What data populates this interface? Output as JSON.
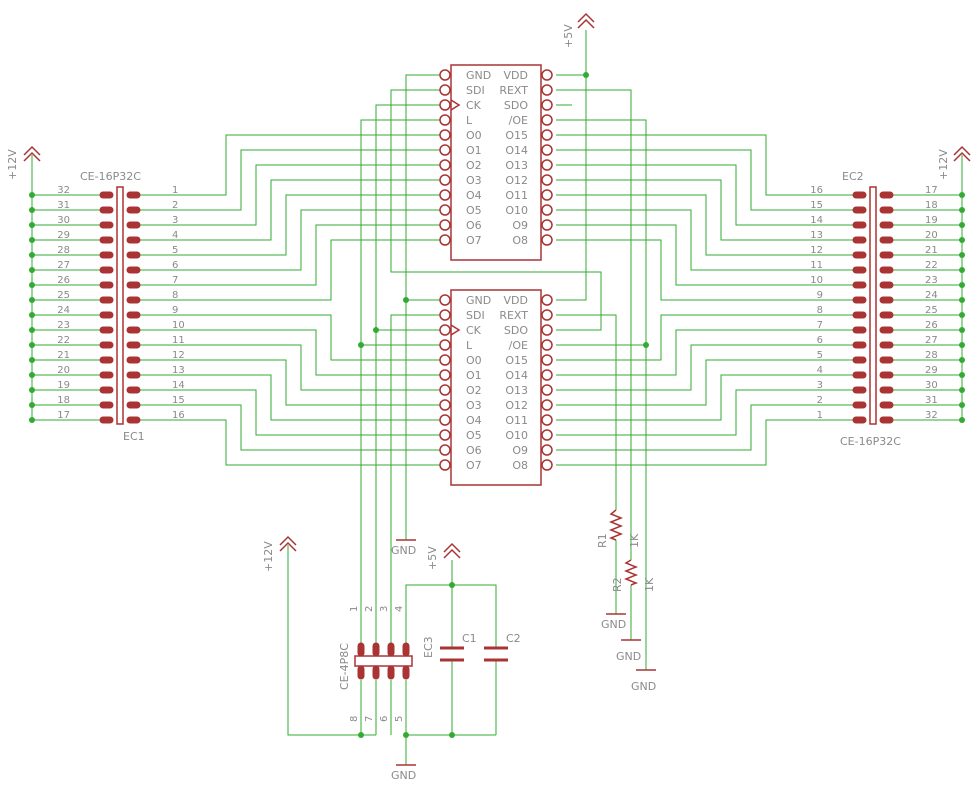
{
  "power": {
    "p12": "+12V",
    "p5": "+5V",
    "gnd": "GND"
  },
  "ic_left_pins": [
    "GND",
    "SDI",
    "CK",
    "L",
    "O0",
    "O1",
    "O2",
    "O3",
    "O4",
    "O5",
    "O6",
    "O7"
  ],
  "ic_right_pins": [
    "VDD",
    "REXT",
    "SDO",
    "/OE",
    "O15",
    "O14",
    "O13",
    "O12",
    "O11",
    "O10",
    "O9",
    "O8"
  ],
  "ec1": {
    "value": "CE-16P32C",
    "name": "EC1",
    "left_pins": [
      "32",
      "31",
      "30",
      "29",
      "28",
      "27",
      "26",
      "25",
      "24",
      "23",
      "22",
      "21",
      "20",
      "19",
      "18",
      "17"
    ],
    "right_pins": [
      "1",
      "2",
      "3",
      "4",
      "5",
      "6",
      "7",
      "8",
      "9",
      "10",
      "11",
      "12",
      "13",
      "14",
      "15",
      "16"
    ]
  },
  "ec2": {
    "value": "CE-16P32C",
    "name": "EC2",
    "left_pins": [
      "16",
      "15",
      "14",
      "13",
      "12",
      "11",
      "10",
      "9",
      "8",
      "7",
      "6",
      "5",
      "4",
      "3",
      "2",
      "1"
    ],
    "right_pins": [
      "17",
      "18",
      "19",
      "20",
      "21",
      "22",
      "23",
      "24",
      "25",
      "26",
      "27",
      "28",
      "29",
      "30",
      "31",
      "32"
    ]
  },
  "ec3": {
    "value": "CE-4P8C",
    "name": "EC3",
    "top_pins": [
      "1",
      "2",
      "3",
      "4"
    ],
    "bottom_pins": [
      "8",
      "7",
      "6",
      "5"
    ]
  },
  "caps": {
    "c1": "C1",
    "c2": "C2"
  },
  "resistors": {
    "r1": "R1",
    "r1_value": "1K",
    "r2": "R2",
    "r2_value": "1K"
  }
}
